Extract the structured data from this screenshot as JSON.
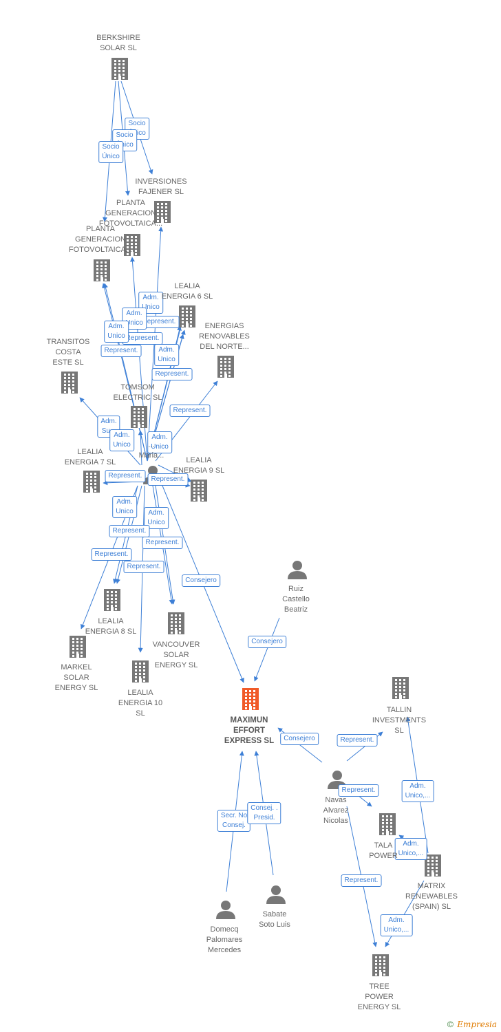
{
  "nodes": [
    {
      "id": "berkshire",
      "type": "company",
      "label": "BERKSHIRE\nSOLAR  SL"
    },
    {
      "id": "inversiones",
      "type": "company",
      "label": "INVERSIONES\nFAJENER  SL"
    },
    {
      "id": "planta1",
      "type": "company",
      "label": "PLANTA\nGENERACION\nFOTOVOLTAICA..."
    },
    {
      "id": "planta2",
      "type": "company",
      "label": "PLANTA\nGENERACION\nFOTOVOLTAICA..."
    },
    {
      "id": "lealia6",
      "type": "company",
      "label": "LEALIA\nENERGIA 6  SL"
    },
    {
      "id": "energias",
      "type": "company",
      "label": "ENERGIAS\nRENOVABLES\nDEL NORTE..."
    },
    {
      "id": "transitos",
      "type": "company",
      "label": "TRANSITOS\nCOSTA\nESTE SL"
    },
    {
      "id": "tomsom",
      "type": "company",
      "label": "TOMSOM\nELECTRIC  SL"
    },
    {
      "id": "person_maria",
      "type": "person",
      "label": "...\nMaria..."
    },
    {
      "id": "lealia7",
      "type": "company",
      "label": "LEALIA\nENERGIA 7  SL"
    },
    {
      "id": "lealia9",
      "type": "company",
      "label": "LEALIA\nENERGIA 9  SL"
    },
    {
      "id": "lealia8",
      "type": "company",
      "label": "LEALIA\nENERGIA 8  SL"
    },
    {
      "id": "vancouver",
      "type": "company",
      "label": "VANCOUVER\nSOLAR\nENERGY  SL"
    },
    {
      "id": "markel",
      "type": "company",
      "label": "MARKEL\nSOLAR\nENERGY  SL"
    },
    {
      "id": "lealia10",
      "type": "company",
      "label": "LEALIA\nENERGIA 10\nSL"
    },
    {
      "id": "ruiz",
      "type": "person",
      "label": "Ruiz\nCastello\nBeatriz"
    },
    {
      "id": "maximun",
      "type": "main",
      "label": "MAXIMUN\nEFFORT\nEXPRESS  SL"
    },
    {
      "id": "tallin",
      "type": "company",
      "label": "TALLIN\nINVESTMENTS\nSL"
    },
    {
      "id": "navas",
      "type": "person",
      "label": "Navas\nAlvarez\nNicolas"
    },
    {
      "id": "tala",
      "type": "company",
      "label": "TALA\nPOWER"
    },
    {
      "id": "matrix",
      "type": "company",
      "label": "MATRIX\nRENEWABLES\n(SPAIN)  SL"
    },
    {
      "id": "domecq",
      "type": "person",
      "label": "Domecq\nPalomares\nMercedes"
    },
    {
      "id": "sabate",
      "type": "person",
      "label": "Sabate\nSoto Luis"
    },
    {
      "id": "tree",
      "type": "company",
      "label": "TREE\nPOWER\nENERGY  SL"
    }
  ],
  "edges": [
    {
      "from": "berkshire",
      "to": "inversiones",
      "label": "Socio\nÚnico"
    },
    {
      "from": "berkshire",
      "to": "planta1",
      "label": "Socio\nÚnico"
    },
    {
      "from": "berkshire",
      "to": "planta2",
      "label": "Socio\nÚnico"
    },
    {
      "from": "person_maria",
      "to": "inversiones",
      "label": "Adm.\nUnico"
    },
    {
      "from": "person_maria",
      "to": "lealia6",
      "label": "Represent."
    },
    {
      "from": "person_maria",
      "to": "planta1",
      "label": "Adm.\nUnico"
    },
    {
      "from": "person_maria",
      "to": "lealia6",
      "label": "Represent."
    },
    {
      "from": "person_maria",
      "to": "planta2",
      "label": "Adm.\nUnico"
    },
    {
      "from": "person_maria",
      "to": "planta2",
      "label": "Represent."
    },
    {
      "from": "person_maria",
      "to": "lealia6",
      "label": "Adm.\nUnico"
    },
    {
      "from": "person_maria",
      "to": "lealia6",
      "label": "Represent."
    },
    {
      "from": "person_maria",
      "to": "energias",
      "label": "Represent."
    },
    {
      "from": "person_maria",
      "to": "transitos",
      "label": "Adm.\nSu..."
    },
    {
      "from": "person_maria",
      "to": "tomsom",
      "label": "Adm.\nUnico"
    },
    {
      "from": "person_maria",
      "to": "lealia9",
      "label": "Adm.\nUnico"
    },
    {
      "from": "person_maria",
      "to": "lealia7",
      "label": "Represent."
    },
    {
      "from": "person_maria",
      "to": "lealia9",
      "label": "Represent."
    },
    {
      "from": "person_maria",
      "to": "lealia8",
      "label": "Adm.\nUnico"
    },
    {
      "from": "person_maria",
      "to": "vancouver",
      "label": "Adm.\nUnico"
    },
    {
      "from": "person_maria",
      "to": "lealia8",
      "label": "Represent."
    },
    {
      "from": "person_maria",
      "to": "vancouver",
      "label": "Represent."
    },
    {
      "from": "person_maria",
      "to": "markel",
      "label": "Represent."
    },
    {
      "from": "person_maria",
      "to": "lealia10",
      "label": "Represent."
    },
    {
      "from": "person_maria",
      "to": "maximun",
      "label": "Consejero"
    },
    {
      "from": "ruiz",
      "to": "maximun",
      "label": "Consejero"
    },
    {
      "from": "navas",
      "to": "maximun",
      "label": "Consejero"
    },
    {
      "from": "navas",
      "to": "tallin",
      "label": "Represent."
    },
    {
      "from": "navas",
      "to": "tala",
      "label": "Represent."
    },
    {
      "from": "navas",
      "to": "tree",
      "label": "Represent."
    },
    {
      "from": "matrix",
      "to": "tallin",
      "label": "Adm.\nUnico,..."
    },
    {
      "from": "matrix",
      "to": "tala",
      "label": "Adm.\nUnico,..."
    },
    {
      "from": "matrix",
      "to": "tree",
      "label": "Adm.\nUnico,..."
    },
    {
      "from": "domecq",
      "to": "maximun",
      "label": "Secr.  No\nConsej."
    },
    {
      "from": "sabate",
      "to": "maximun",
      "label": "Consej. .\nPresid."
    }
  ],
  "colors": {
    "edge": "#3d7fd6",
    "company_icon": "#777777",
    "main_icon": "#f05a28",
    "person_icon": "#777777"
  },
  "copyright": {
    "symbol": "©",
    "brand": "Empresia"
  }
}
